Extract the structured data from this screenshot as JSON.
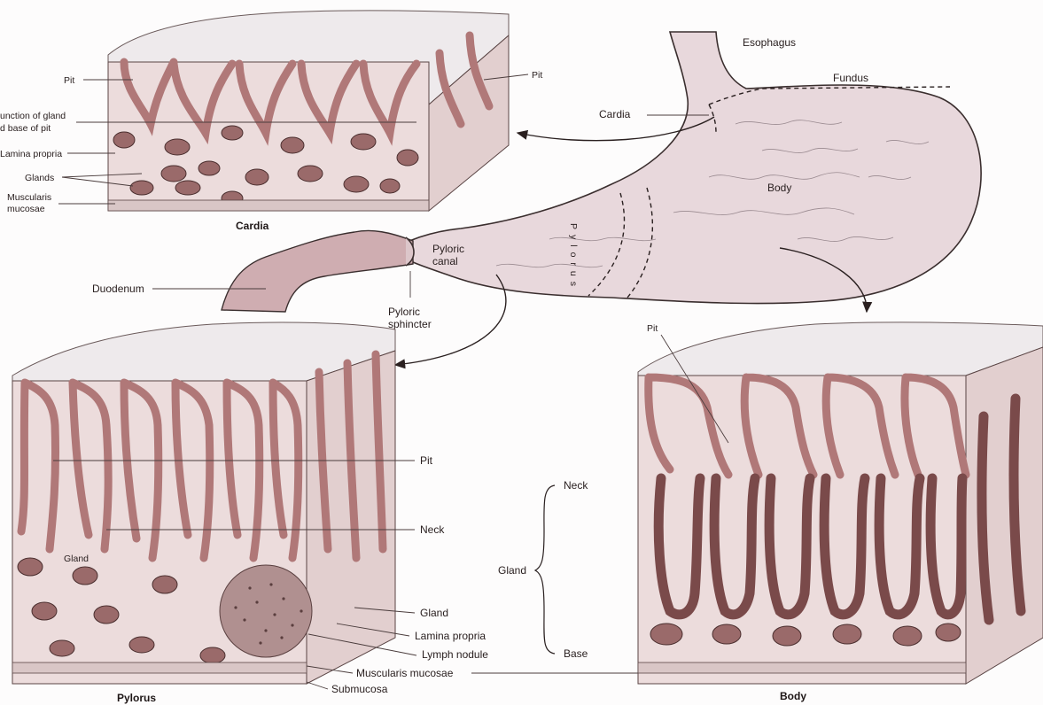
{
  "figure": {
    "captions": {
      "cardia": "Cardia",
      "pylorus": "Pylorus",
      "body": "Body"
    },
    "stomach_labels": {
      "esophagus": "Esophagus",
      "fundus": "Fundus",
      "cardia": "Cardia",
      "body": "Body",
      "pylorus_vertical": "Pylorus",
      "pyloric_canal_line1": "Pyloric",
      "pyloric_canal_line2": "canal",
      "duodenum": "Duodenum",
      "pyloric_sphincter_line1": "Pyloric",
      "pyloric_sphincter_line2": "sphincter"
    },
    "cardia_labels": {
      "pit_left": "Pit",
      "pit_right": "Pit",
      "junction_line1": "unction of gland",
      "junction_line2": "d base of pit",
      "lamina_propria": "Lamina propria",
      "glands": "Glands",
      "muscularis_line1": "Muscularis",
      "muscularis_line2": "mucosae"
    },
    "pylorus_labels": {
      "gland_inside": "Gland",
      "pit": "Pit",
      "neck": "Neck",
      "gland": "Gland",
      "lamina_propria": "Lamina propria",
      "lymph_nodule": "Lymph nodule",
      "muscularis_mucosae": "Muscularis mucosae",
      "submucosa": "Submucosa"
    },
    "body_labels": {
      "pit": "Pit",
      "neck": "Neck",
      "gland": "Gland",
      "base": "Base"
    }
  }
}
